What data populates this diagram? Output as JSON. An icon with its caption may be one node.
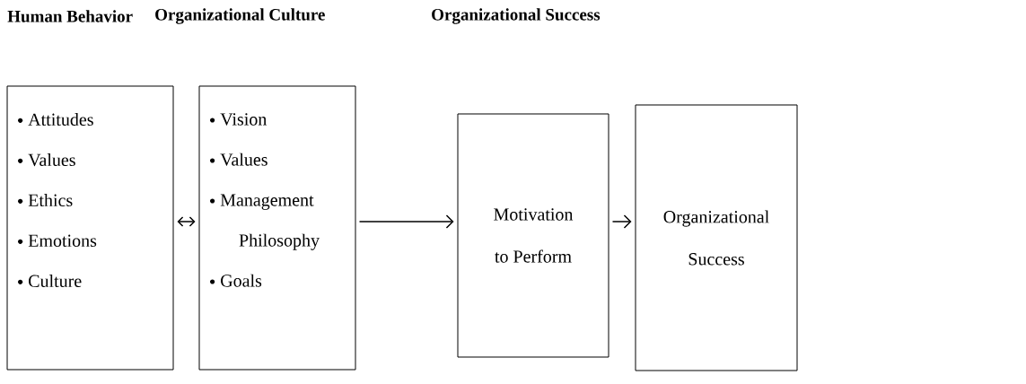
{
  "diagram": {
    "nodes": [
      {
        "text": [
          "Attitudes",
          "Values",
          "Ethics",
          "Emotions",
          "Culture"
        ]
      },
      {
        "text": [
          "Vision",
          "Values",
          "Management Philosophy",
          "Goals"
        ]
      },
      {
        "text": [
          "Motivation to Perform"
        ]
      },
      {
        "text": [
          "Organizational Success"
        ]
      }
    ],
    "edges": [
      {
        "from": 0,
        "to": 1,
        "arrow": "both"
      },
      {
        "from": 1,
        "to": 2,
        "arrow": "to"
      },
      {
        "from": 2,
        "to": 3,
        "arrow": "to"
      }
    ],
    "labels": [
      "Human Behavior",
      "Organizational Culture",
      "Organizational  Success"
    ]
  }
}
